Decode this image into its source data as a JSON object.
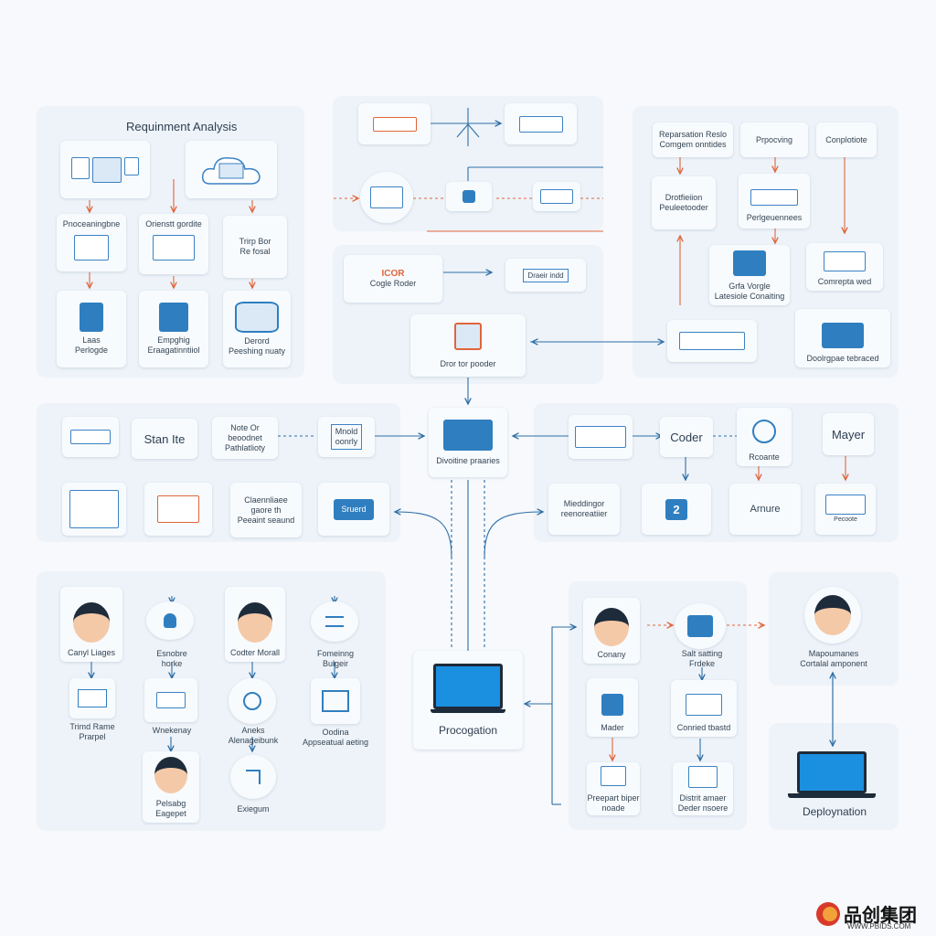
{
  "sections": {
    "requirement_title": "Requinment Analysis",
    "ra_labels": [
      "Pnoceaningbne",
      "Orienstt gordite",
      "Trirp Bor\nRe fosal",
      "Laas\nPerlogde",
      "Empghig\nEraagatinntiiol",
      "Derord\nPeeshing nuaty"
    ],
    "top_center": {
      "core": "Cogle Roder",
      "core_badge": "ICOR",
      "bar_label": "Draeir indd",
      "data_provider": "Dror tor pooder"
    },
    "top_right": [
      "Reparsation Reslo\nComgem onntides",
      "Prpocving",
      "Conplotiote",
      "Drotfieiion\nPeuleetooder",
      "Perlgeuennees",
      "Grfa Vorgle\nLatesiole Conaiting",
      "Comrepta wed",
      "Doolrgpae tebraced"
    ],
    "mid_left": [
      "Stan Ite",
      "Note Or\nbeoodnet\nPathlatlioty",
      "Mnold\noonrly",
      "Claennliaee\ngaore th\nPeeaint seaund",
      "Sruerd"
    ],
    "mid_center": "Divoitine praaries",
    "mid_right": [
      "Coder",
      "Mayer",
      "Rcoante",
      "Mieddingor\nreenoreatiier",
      "Arnure",
      "Pecoote",
      "2"
    ],
    "bottom_left": [
      "Canyl Liages",
      "Esnobre\nhorke",
      "Codter Morall",
      "Fomeinng\nBulgeir",
      "Trimd Rame\nPrarpel",
      "Wnekenay",
      "Aneks\nAlenageibunk",
      "Oodina\nAppseatual aeting",
      "Pelsabg\nEagepet",
      "Exiegum"
    ],
    "center_bottom": "Procogation",
    "bottom_right": [
      "Conany",
      "Salt satting\nFrdeke",
      "Mader",
      "Conried tbastd",
      "Preepart biper\nnoade",
      "Distrit amaer\nDeder nsoere"
    ],
    "deploy": {
      "top_label": "Mapoumanes\nCortalal amponent",
      "bottom_label": "Deploynation"
    }
  },
  "logo": {
    "text": "品创集团",
    "url": "WWW.PBIDS.COM"
  },
  "colors": {
    "accent": "#2f7fc0",
    "arrow_red": "#e0653c",
    "panel": "#eef3f9"
  }
}
